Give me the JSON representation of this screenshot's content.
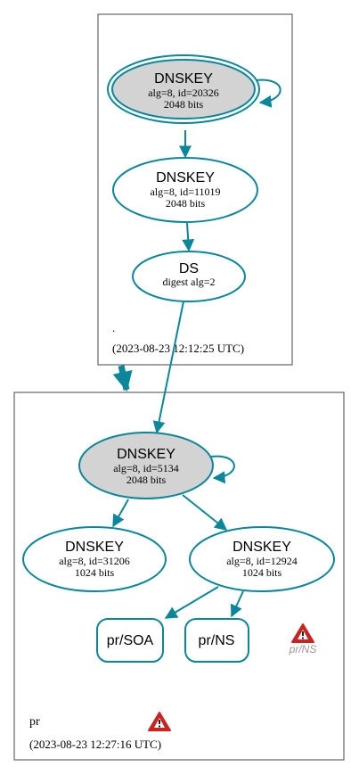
{
  "zones": {
    "root": {
      "name": ".",
      "timestamp": "(2023-08-23 12:12:25 UTC)"
    },
    "pr": {
      "name": "pr",
      "timestamp": "(2023-08-23 12:27:16 UTC)"
    }
  },
  "nodes": {
    "root_ksk": {
      "title": "DNSKEY",
      "line1": "alg=8, id=20326",
      "line2": "2048 bits"
    },
    "root_zsk": {
      "title": "DNSKEY",
      "line1": "alg=8, id=11019",
      "line2": "2048 bits"
    },
    "root_ds": {
      "title": "DS",
      "line1": "digest alg=2"
    },
    "pr_ksk": {
      "title": "DNSKEY",
      "line1": "alg=8, id=5134",
      "line2": "2048 bits"
    },
    "pr_zsk1": {
      "title": "DNSKEY",
      "line1": "alg=8, id=31206",
      "line2": "1024 bits"
    },
    "pr_zsk2": {
      "title": "DNSKEY",
      "line1": "alg=8, id=12924",
      "line2": "1024 bits"
    },
    "pr_soa": {
      "label": "pr/SOA"
    },
    "pr_ns": {
      "label": "pr/NS"
    },
    "pr_ns_warning": {
      "label": "pr/NS",
      "icon": "warning-icon"
    },
    "zone_warning": {
      "icon": "warning-icon"
    }
  },
  "colors": {
    "edge": "#0a879a",
    "node_fill_ksk": "#d3d3d3",
    "warning": "#cc2222"
  }
}
